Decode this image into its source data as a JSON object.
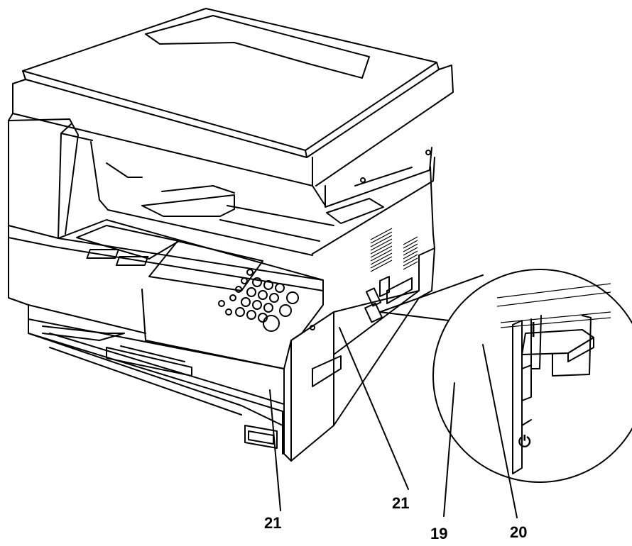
{
  "callouts": [
    {
      "id": "front-cover",
      "label": "21"
    },
    {
      "id": "right-cover",
      "label": "21"
    },
    {
      "id": "main-power-switch",
      "label": "19"
    },
    {
      "id": "switch-handle",
      "label": "20"
    }
  ],
  "switch_symbols": {
    "on": "|",
    "off": "⏻"
  }
}
